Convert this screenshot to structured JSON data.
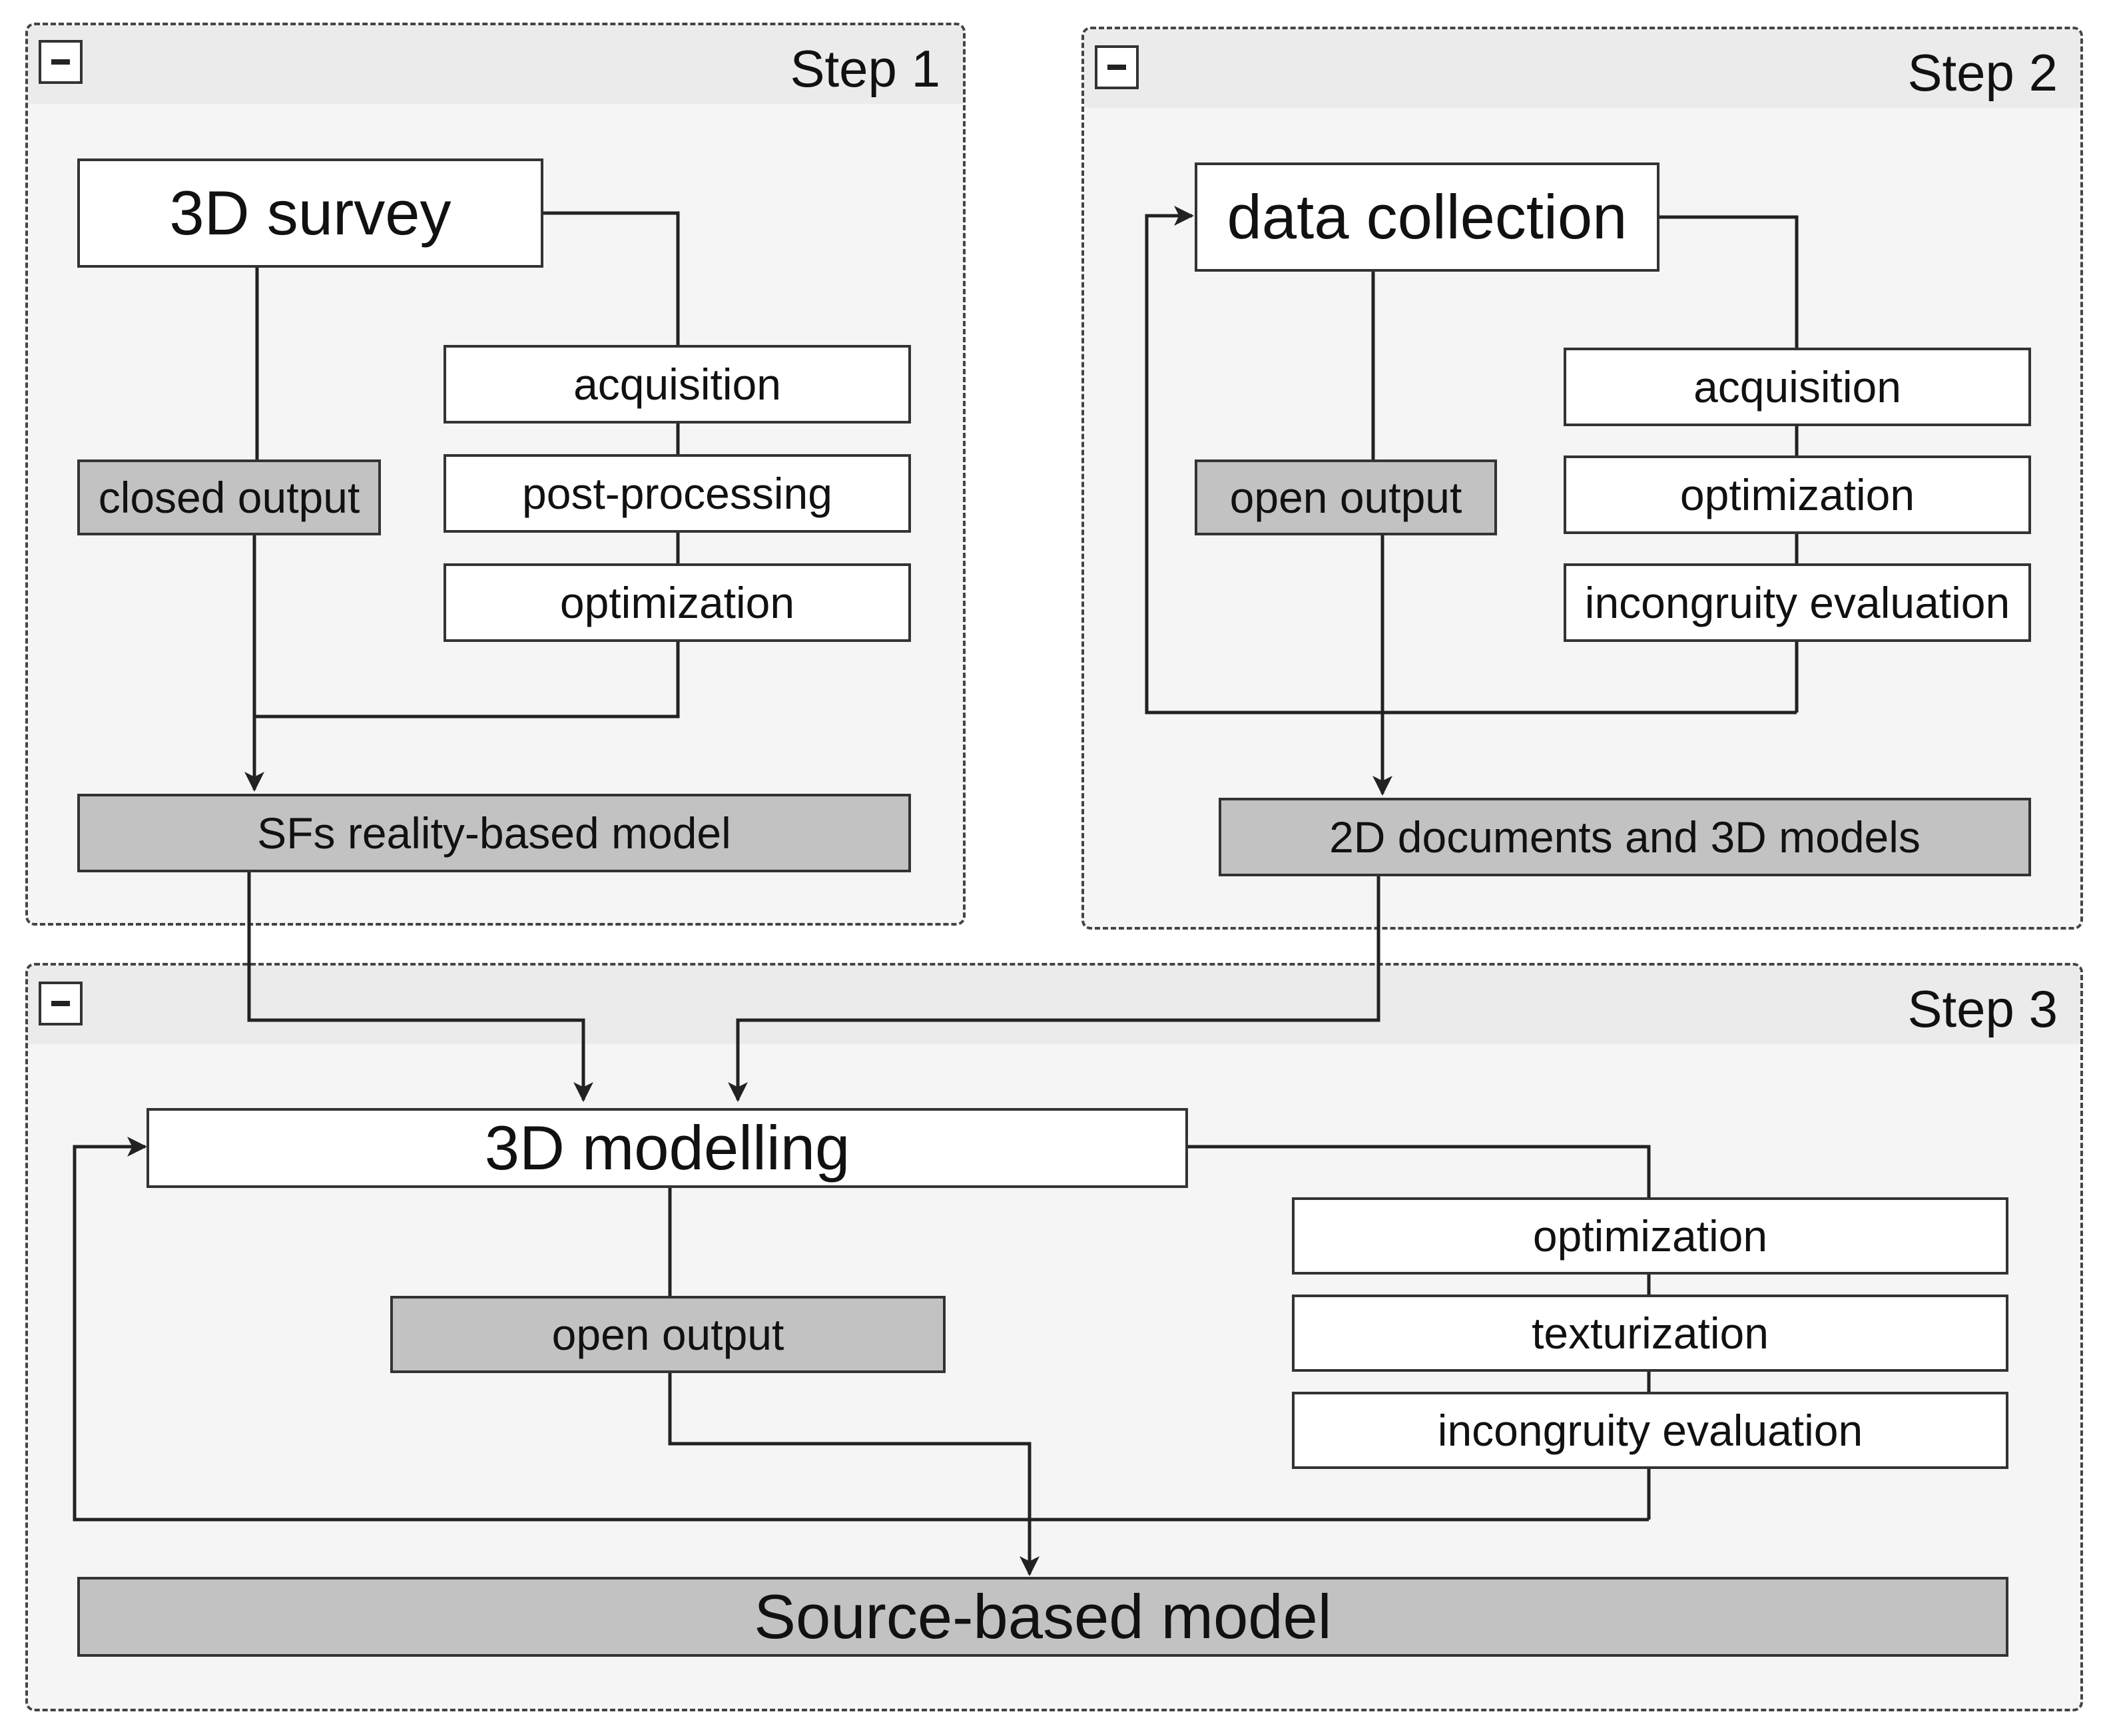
{
  "diagram": {
    "panels": [
      {
        "id": "step1",
        "title": "Step 1",
        "collapse_icon": "minus-icon"
      },
      {
        "id": "step2",
        "title": "Step 2",
        "collapse_icon": "minus-icon"
      },
      {
        "id": "step3",
        "title": "Step 3",
        "collapse_icon": "minus-icon"
      }
    ],
    "step1": {
      "main": "3D survey",
      "output": "closed output",
      "tasks": [
        "acquisition",
        "post-processing",
        "optimization"
      ],
      "result": "SFs reality-based model"
    },
    "step2": {
      "main": "data collection",
      "output": "open output",
      "tasks": [
        "acquisition",
        "optimization",
        "incongruity evaluation"
      ],
      "result": "2D documents and 3D models"
    },
    "step3": {
      "main": "3D modelling",
      "output": "open output",
      "tasks": [
        "optimization",
        "texturization",
        "incongruity evaluation"
      ],
      "result": "Source-based model"
    },
    "colors": {
      "output_box": "#c2c2c2",
      "task_box": "#ffffff",
      "panel": "#f5f5f5",
      "line": "#222222"
    }
  }
}
